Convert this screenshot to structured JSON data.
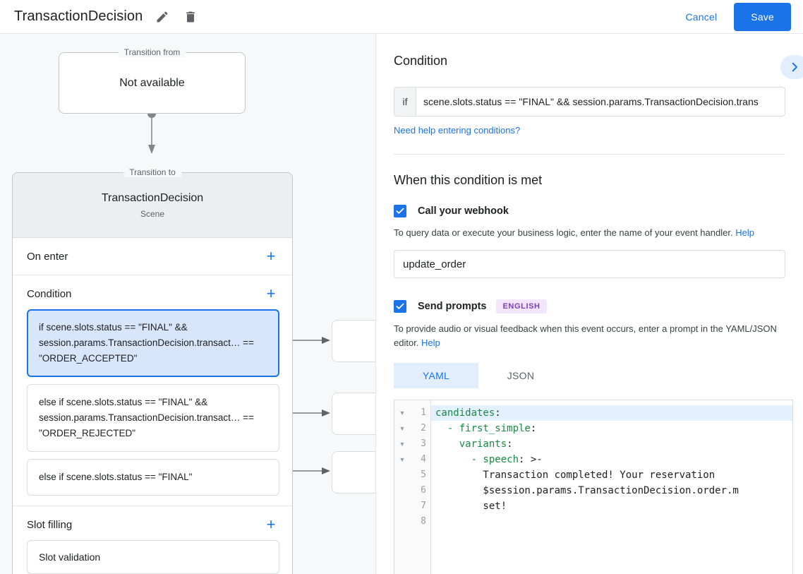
{
  "header": {
    "title": "TransactionDecision",
    "edit_icon": "pencil-icon",
    "delete_icon": "trash-icon",
    "cancel_label": "Cancel",
    "save_label": "Save"
  },
  "canvas": {
    "from_node": {
      "legend": "Transition from",
      "label": "Not available"
    },
    "to_node": {
      "legend": "Transition to",
      "title": "TransactionDecision",
      "subtitle": "Scene"
    },
    "sections": [
      {
        "title": "On enter",
        "add_label": "+",
        "items": []
      },
      {
        "title": "Condition",
        "add_label": "+",
        "items": [
          "if scene.slots.status == \"FINAL\" && session.params.TransactionDecision.transact… == \"ORDER_ACCEPTED\"",
          "else if scene.slots.status == \"FINAL\" && session.params.TransactionDecision.transact… == \"ORDER_REJECTED\"",
          "else if scene.slots.status == \"FINAL\""
        ]
      },
      {
        "title": "Slot filling",
        "add_label": "+",
        "items": [
          "Slot validation"
        ]
      }
    ]
  },
  "right_panel": {
    "condition": {
      "title": "Condition",
      "collapse_icon": "chevron-right-icon",
      "if_label": "if",
      "value": "scene.slots.status == \"FINAL\" && session.params.TransactionDecision.trans",
      "help_link": "Need help entering conditions?"
    },
    "when_met": {
      "title": "When this condition is met",
      "webhook": {
        "checked": true,
        "label": "Call your webhook",
        "description": "To query data or execute your business logic, enter the name of your event handler.",
        "help_label": "Help",
        "value": "update_order",
        "placeholder": ""
      },
      "prompts": {
        "checked": true,
        "label": "Send prompts",
        "badge": "ENGLISH",
        "description": "To provide audio or visual feedback when this event occurs, enter a prompt in the YAML/JSON editor.",
        "help_label": "Help",
        "tabs": [
          {
            "label": "YAML",
            "active": true
          },
          {
            "label": "JSON",
            "active": false
          }
        ],
        "editor": {
          "line_numbers": [
            "1",
            "2",
            "3",
            "4",
            "5",
            "6",
            "7",
            "8"
          ],
          "fold_rows": [
            1,
            2,
            3,
            4
          ],
          "lines": [
            {
              "key": "candidates",
              "punc": ":",
              "indent": 0,
              "highlighted": true
            },
            {
              "key": "- first_simple",
              "punc": ":",
              "indent": 2,
              "highlighted": false
            },
            {
              "key": "variants",
              "punc": ":",
              "indent": 4,
              "highlighted": false
            },
            {
              "key": "- speech",
              "punc": ": >-",
              "indent": 6,
              "highlighted": false
            },
            {
              "key": "",
              "punc": "",
              "text": "Transaction completed! Your reservation",
              "indent": 8,
              "highlighted": false
            },
            {
              "key": "",
              "punc": "",
              "text": "$session.params.TransactionDecision.order.m",
              "indent": 8,
              "highlighted": false
            },
            {
              "key": "",
              "punc": "",
              "text": "set!",
              "indent": 8,
              "highlighted": false
            },
            {
              "key": "",
              "punc": "",
              "text": "",
              "indent": 0,
              "highlighted": false
            }
          ]
        }
      }
    }
  },
  "colors": {
    "accent": "#1a73e8",
    "selected_card_bg": "#d7e6fb",
    "badge_bg": "#f3e5fd",
    "badge_fg": "#7b3fbd",
    "canvas_bg": "#f7f8f9",
    "yaml_key": "#1a8a43"
  }
}
